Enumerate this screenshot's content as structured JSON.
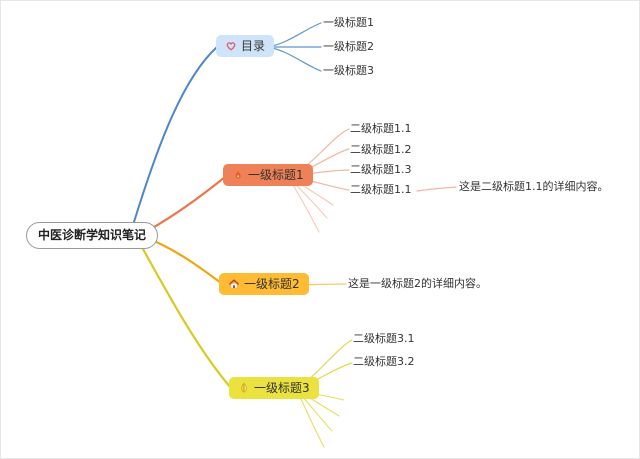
{
  "root": {
    "label": "中医诊断学知识笔记"
  },
  "branches": {
    "catalog": {
      "label": "目录",
      "icon": "heart-icon",
      "line_color": "#4e86c6",
      "node_bg": "#cfe4f9",
      "children": [
        "一级标题1",
        "一级标题2",
        "一级标题3"
      ]
    },
    "h1": {
      "label": "一级标题1",
      "icon": "flame-icon",
      "line_color": "#e8794e",
      "child_line_color": "#f5b5a0",
      "node_bg": "#ee8157",
      "children": [
        "二级标题1.1",
        "二级标题1.2",
        "二级标题1.3",
        "二级标题1.1"
      ],
      "detail": "这是二级标题1.1的详细内容。"
    },
    "h2": {
      "label": "一级标题2",
      "icon": "house-icon",
      "line_color": "#f2a40f",
      "child_line_color": "#f8c868",
      "node_bg": "#ffbb33",
      "detail": "这是一级标题2的详细内容。"
    },
    "h3": {
      "label": "一级标题3",
      "icon": "clap-icon",
      "line_color": "#d6ca24",
      "child_line_color": "#e0d84e",
      "node_bg": "#ece23f",
      "children": [
        "二级标题3.1",
        "二级标题3.2"
      ]
    }
  }
}
